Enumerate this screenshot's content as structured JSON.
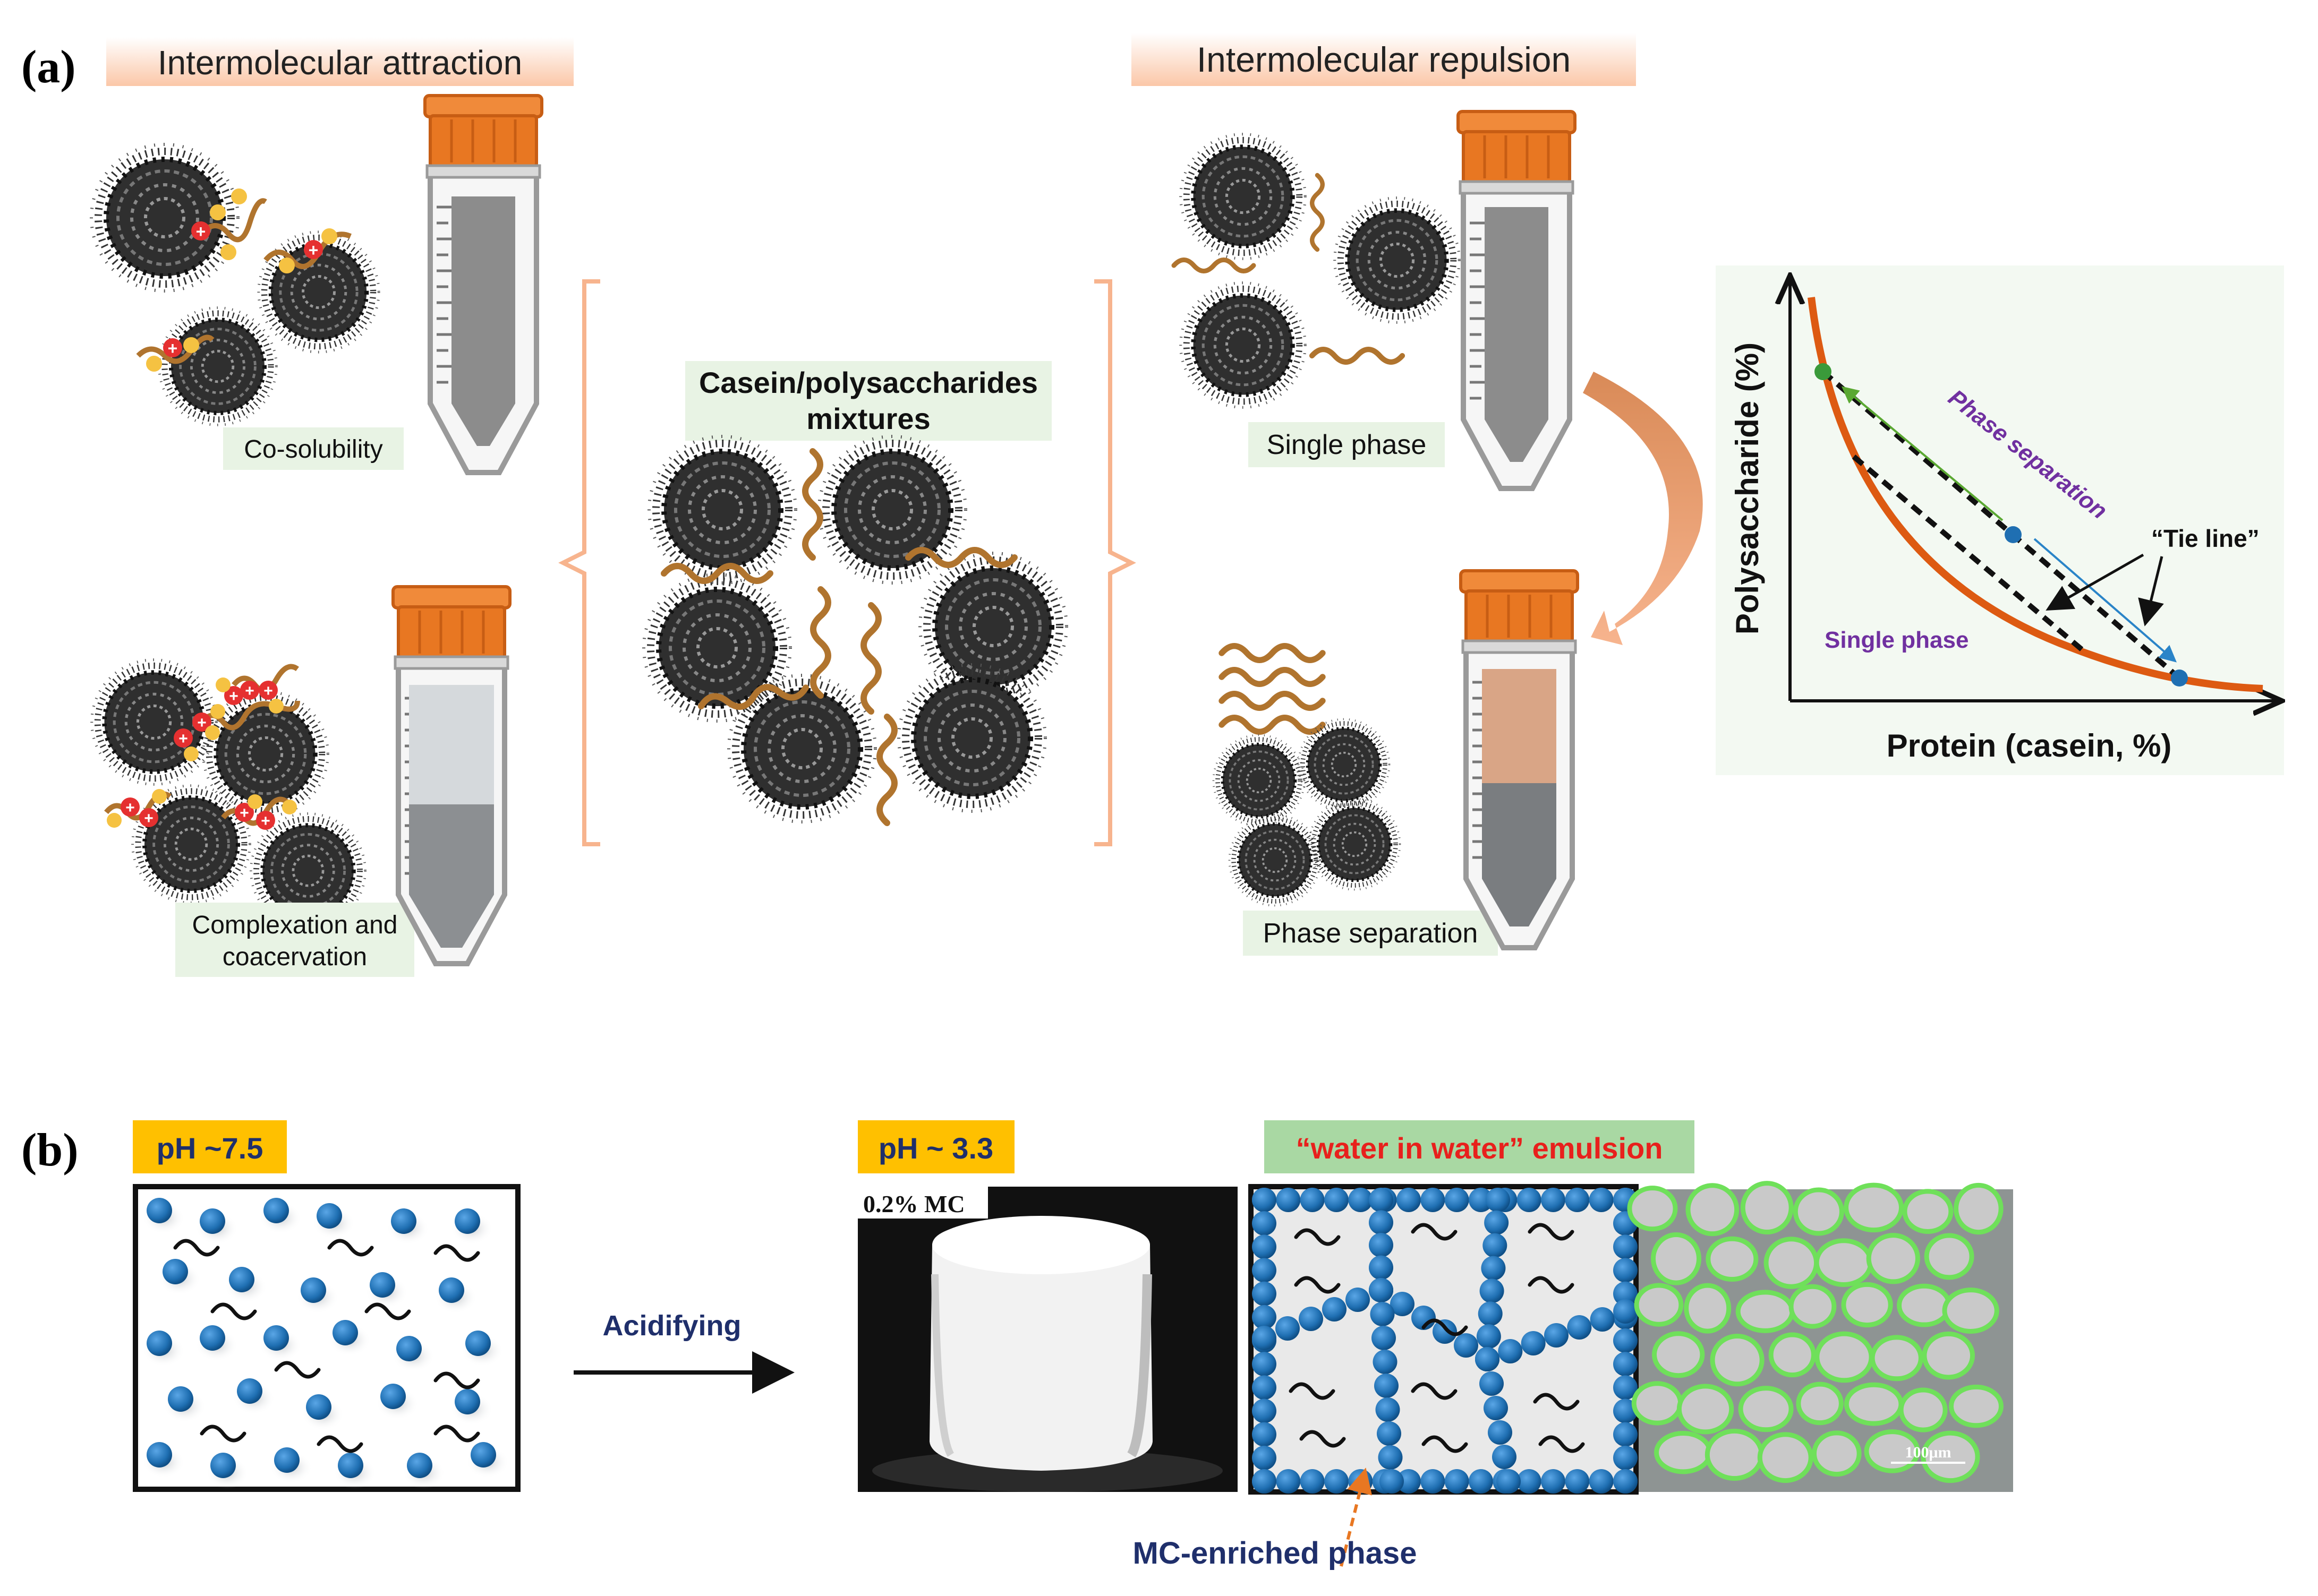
{
  "panel_a": {
    "letter": "(a)",
    "attraction_header": "Intermolecular attraction",
    "repulsion_header": "Intermolecular repulsion",
    "co_solubility": "Co-solubility",
    "complexation_line1": "Complexation and",
    "complexation_line2": "coacervation",
    "mixtures_line1": "Casein/polysaccharides",
    "mixtures_line2": "mixtures",
    "single_phase": "Single phase",
    "phase_separation": "Phase separation",
    "phase_diagram": {
      "y_axis_label": "Polysaccharide (%)",
      "x_axis_label": "Protein (casein, %)",
      "region_phase_separation": "Phase separation",
      "region_single_phase": "Single phase",
      "tie_line_label": "“Tie line”"
    }
  },
  "panel_b": {
    "letter": "(b)",
    "ph_high": "pH ~7.5",
    "ph_low": "pH ~ 3.3",
    "arrow_label": "Acidifying",
    "photo_label": "0.2% MC",
    "emulsion_label": "“water in water” emulsion",
    "mc_enriched": "MC-enriched phase",
    "scale_bar": "100μm"
  },
  "colors": {
    "orange_cap": "#e87722",
    "header_fill": "#fbd3bd",
    "label_fill": "#e8f3e4",
    "bracket": "#f7b48e",
    "curve": "#dd5a12",
    "ph_badge": "#ffc000",
    "emulsion_badge": "#a9d8a3",
    "bead_blue": "#1f6fb2",
    "navy_text": "#1f2f6b",
    "purple_text": "#7030a0",
    "red_text": "#e8201c"
  }
}
